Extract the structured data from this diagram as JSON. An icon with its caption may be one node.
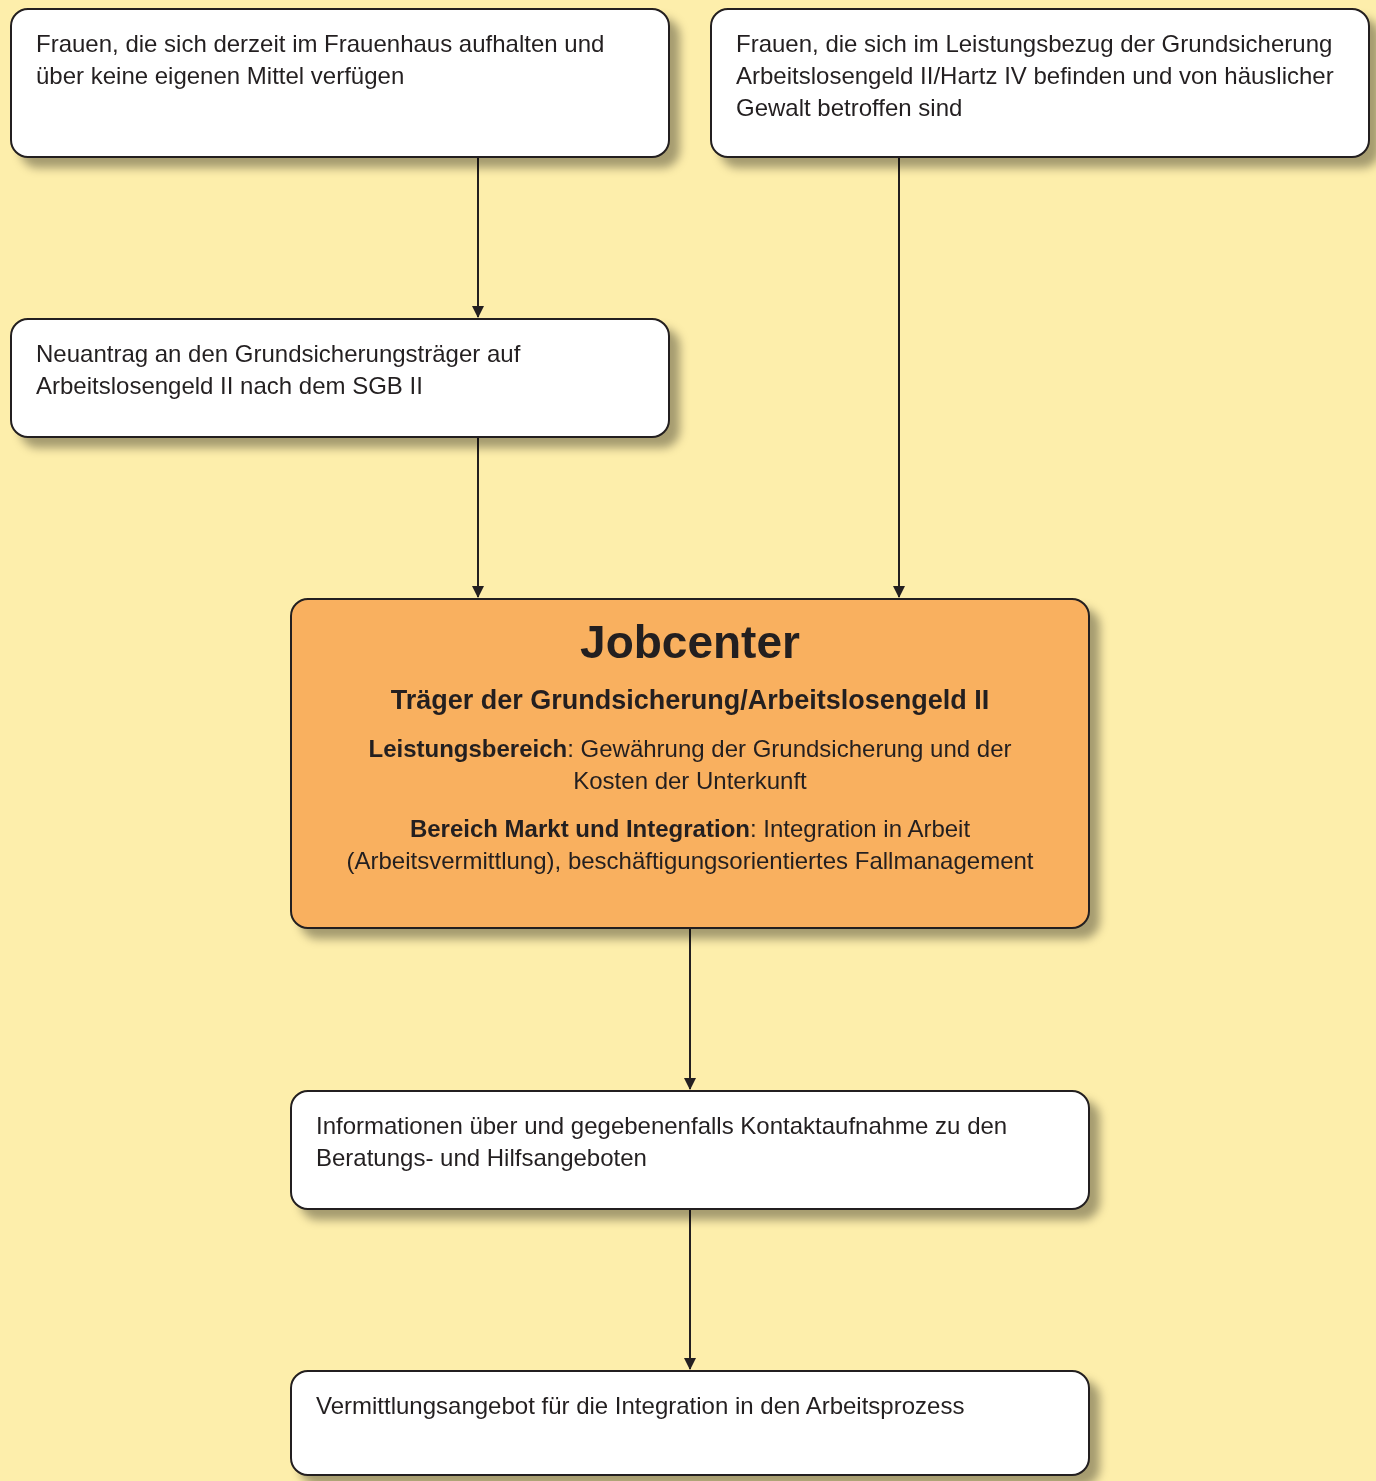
{
  "diagram": {
    "nodes": [
      {
        "text": [
          "Frauen, die sich derzeit im Frauenhaus aufhalten und über keine eigenen Mittel verfügen"
        ]
      },
      {
        "text": [
          "Frauen, die sich im Leistungsbezug der Grundsicherung Arbeitslosengeld II/Hartz IV befinden und von häuslicher Gewalt betroffen sind"
        ]
      },
      {
        "text": [
          "Neuantrag an den Grundsicherungsträger auf Arbeitslosengeld II nach dem SGB II"
        ]
      },
      {
        "text": [
          "Jobcenter",
          "Träger der Grundsicherung/Arbeitslosengeld II",
          "**Leistungsbereich**: Gewährung der Grundsicherung und der Kosten der Unterkunft",
          "**Bereich Markt und Integration**: Integration in Arbeit (Arbeitsvermittlung), beschäftigungsorientiertes Fallmanagement"
        ]
      },
      {
        "text": [
          "Informationen über und gegebenenfalls Kontaktaufnahme zu den Beratungs- und Hilfsangeboten"
        ]
      },
      {
        "text": [
          "Vermittlungsangebot für die Integration in den Arbeitsprozess"
        ]
      }
    ],
    "edges": [
      {
        "from": 0,
        "to": 2,
        "arrow": "to"
      },
      {
        "from": 2,
        "to": 3,
        "arrow": "to"
      },
      {
        "from": 1,
        "to": 3,
        "arrow": "to"
      },
      {
        "from": 3,
        "to": 4,
        "arrow": "to"
      },
      {
        "from": 4,
        "to": 5,
        "arrow": "to"
      }
    ]
  }
}
